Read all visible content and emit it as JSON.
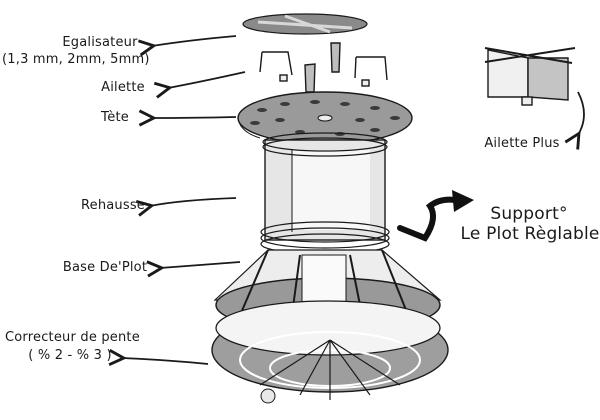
{
  "labels": {
    "egalisateur": "Egalisateur",
    "egalisateur_sizes": "(1,3 mm, 2mm, 5mm)",
    "ailette": "Ailette",
    "tete": "Tète",
    "rehausse": "Rehausse",
    "base_de_plot": "Base De'Plot",
    "correcteur": "Correcteur de pente",
    "correcteur_range": "( % 2 - % 3 )",
    "ailette_plus": "Ailette Plus",
    "support_line1": "Support°",
    "support_line2": "Le Plot Règlable"
  },
  "colors": {
    "stroke": "#1a1a1a",
    "shade_dark": "#8a8a8a",
    "shade_mid": "#bdbdbd",
    "shade_light": "#ececec"
  }
}
